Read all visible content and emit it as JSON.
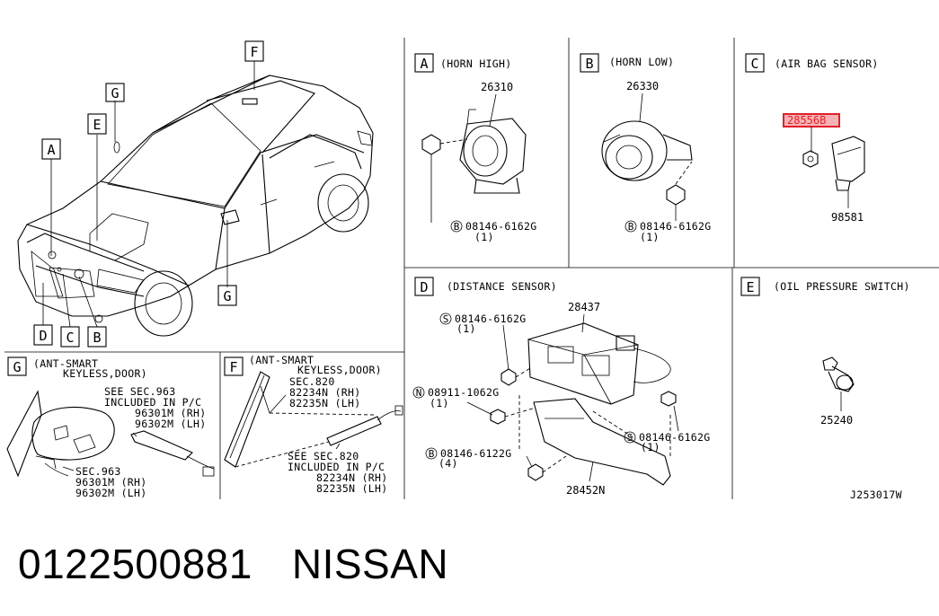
{
  "sections": {
    "overview": {
      "callouts": {
        "F": "F",
        "G_top": "G",
        "E": "E",
        "A": "A",
        "D": "D",
        "C": "C",
        "B": "B",
        "G_bottom": "G"
      }
    },
    "A": {
      "letter": "A",
      "title": "(HORN HIGH)",
      "part": "26310",
      "bolt_prefix": "B",
      "bolt": "08146-6162G",
      "qty": "(1)"
    },
    "B": {
      "letter": "B",
      "title": "(HORN LOW)",
      "part": "26330",
      "bolt_prefix": "B",
      "bolt": "08146-6162G",
      "qty": "(1)"
    },
    "C": {
      "letter": "C",
      "title": "(AIR BAG SENSOR)",
      "highlight_part": "28556B",
      "part": "98581"
    },
    "D": {
      "letter": "D",
      "title": "(DISTANCE SENSOR)",
      "part_main": "28437",
      "bracket": "28452N",
      "s_top_prefix": "S",
      "s_top": "08146-6162G",
      "s_top_qty": "(1)",
      "n_prefix": "N",
      "n": "08911-1062G",
      "n_qty": "(1)",
      "s_right_prefix": "S",
      "s_right": "08146-6162G",
      "s_right_qty": "(1)",
      "b_prefix": "B",
      "b": "08146-6122G",
      "b_qty": "(4)"
    },
    "E": {
      "letter": "E",
      "title": "(OIL PRESSURE SWITCH)",
      "part": "25240"
    },
    "G": {
      "letter": "G",
      "title_1": "(ANT-SMART",
      "title_2": "KEYLESS,DOOR)",
      "see_1": "SEE SEC.963",
      "see_2": "INCLUDED IN P/C",
      "see_3": "96301M (RH)",
      "see_4": "96302M (LH)",
      "sec_1": "SEC.963",
      "sec_2": "96301M (RH)",
      "sec_3": "96302M (LH)"
    },
    "F": {
      "letter": "F",
      "title_1": "(ANT-SMART",
      "title_2": "KEYLESS,DOOR)",
      "sec_1": "SEC.820",
      "sec_2": "82234N (RH)",
      "sec_3": "82235N (LH)",
      "see_1": "SEE SEC.820",
      "see_2": "INCLUDED IN P/C",
      "see_3": "82234N (RH)",
      "see_4": "82235N (LH)"
    },
    "diagram_id": "J253017W"
  },
  "footer": {
    "part_number": "0122500881",
    "brand": "NISSAN"
  },
  "colors": {
    "highlight": "#e0202a",
    "highlight_fill": "#f6b3b6"
  }
}
